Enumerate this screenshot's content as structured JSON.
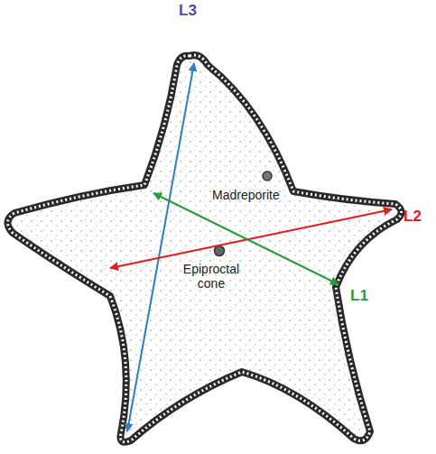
{
  "diagram": {
    "labels": [
      "L3",
      "Madreporite",
      "L2",
      "Epiproctal cone",
      "L1"
    ]
  }
}
